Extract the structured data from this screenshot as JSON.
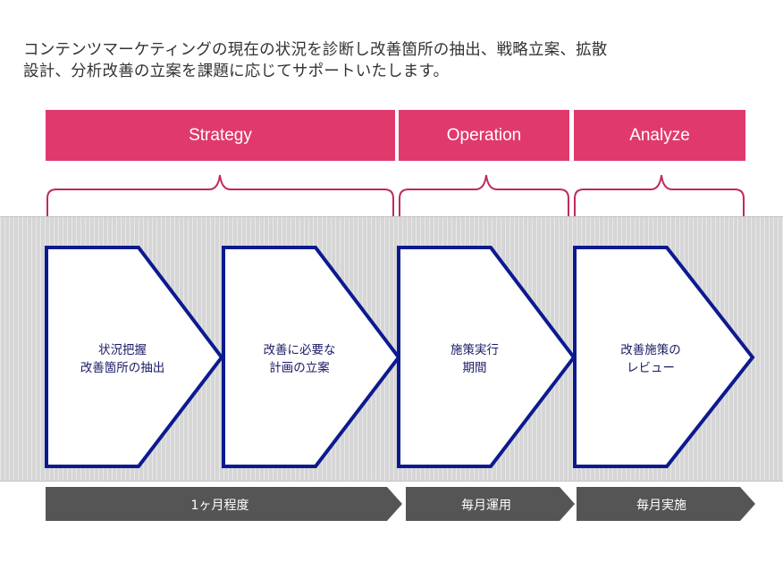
{
  "intro": {
    "line1": "コンテンツマーケティングの現在の状況を診断し改善箇所の抽出、戦略立案、拡散",
    "line2": "設計、分析改善の立案を課題に応じてサポートいたします。"
  },
  "phases": [
    "Strategy",
    "Operation",
    "Analyze"
  ],
  "steps": [
    {
      "line1": "状況把握",
      "line2": "改善箇所の抽出"
    },
    {
      "line1": "改善に必要な",
      "line2": "計画の立案"
    },
    {
      "line1": "施策実行",
      "line2": "期間"
    },
    {
      "line1": "改善施策の",
      "line2": "レビュー"
    }
  ],
  "timeline": [
    "1ヶ月程度",
    "毎月運用",
    "毎月実施"
  ],
  "colors": {
    "phase": "#e03a6d",
    "bracket": "#c02a5e",
    "step_border": "#0d1a8f",
    "step_fill": "#ffffff",
    "timeline": "#555555",
    "band": "#d6d6d6"
  }
}
